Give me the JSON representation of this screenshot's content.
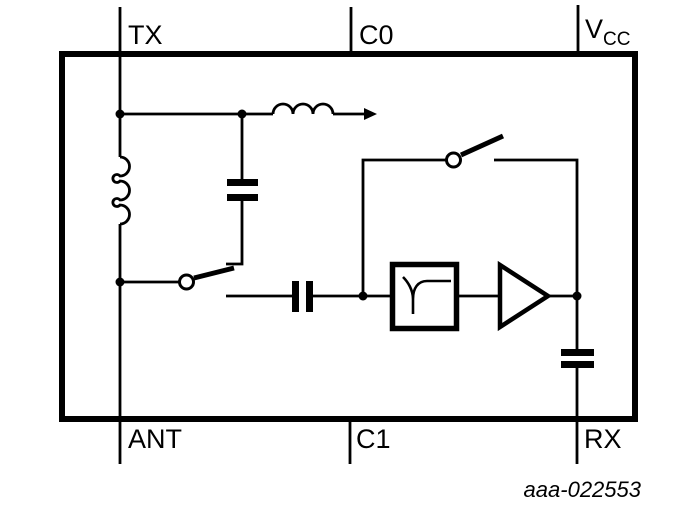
{
  "diagram": {
    "kind": "rf-switch-circuit-schematic",
    "caption": "aaa-022553",
    "colors": {
      "line": "#000000",
      "background": "#ffffff",
      "text": "#000000"
    },
    "pins": {
      "tx": "TX",
      "c0": "C0",
      "vcc_main": "V",
      "vcc_sub": "CC",
      "ant": "ANT",
      "c1": "C1",
      "rx": "RX"
    },
    "components": [
      "chip-boundary",
      "shunt-inductor",
      "series-inductor-with-arrow",
      "shunt-capacitor-c0",
      "antenna-switch",
      "bypass-switch",
      "series-coupling-capacitor",
      "filter",
      "amplifier",
      "rx-shunt-capacitor"
    ]
  }
}
